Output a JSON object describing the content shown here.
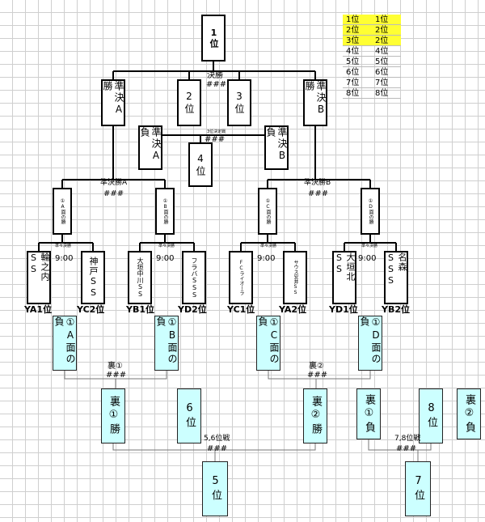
{
  "rankings": [
    {
      "left": "1位",
      "right": "1位",
      "highlight": true
    },
    {
      "left": "2位",
      "right": "2位",
      "highlight": true
    },
    {
      "left": "3位",
      "right": "2位",
      "highlight": true
    },
    {
      "left": "4位",
      "right": "4位",
      "highlight": false
    },
    {
      "left": "5位",
      "right": "5位",
      "highlight": false
    },
    {
      "left": "6位",
      "right": "6位",
      "highlight": false
    },
    {
      "left": "7位",
      "right": "7位",
      "highlight": false
    },
    {
      "left": "8位",
      "right": "8位",
      "highlight": false
    }
  ],
  "boxes": {
    "first": "1位",
    "second": "2位",
    "third": "3位",
    "fourth": "4位",
    "semi_a_win": "準決A勝",
    "semi_b_win": "準決B勝",
    "semi_a_lose": "準決A負",
    "semi_b_lose": "準決B負",
    "a_win": "①A面の勝",
    "b_win": "①B面の勝",
    "c_win": "①C面の勝",
    "d_win": "①D面の勝",
    "team_1": "輪之内SS",
    "team_2": "神戸SS",
    "team_3": "大垣中川SS",
    "team_4": "フラバSSS",
    "team_5": "FCライオーラ",
    "team_6": "サウス安井SS",
    "team_7": "大垣北SS",
    "team_8": "名森SSS",
    "a_lose": "①A面の負",
    "b_lose": "①B面の負",
    "c_lose": "①C面の負",
    "d_lose": "①D面の負",
    "ura1_win": "裏①勝",
    "sixth": "6位",
    "ura2_win": "裏②勝",
    "ura1_lose": "裏①負",
    "eighth": "8位",
    "ura2_lose": "裏②負",
    "fifth": "5位",
    "seventh": "7位"
  },
  "labels": {
    "final": "決勝",
    "final_score": "###",
    "third_place": "3位決定戦",
    "third_score": "###",
    "semi_a": "準決勝A",
    "semi_a_score": "###",
    "semi_b": "準決勝B",
    "semi_b_score": "###",
    "qf": "準々決勝",
    "time": "9:00",
    "seeds": [
      "YA1位",
      "YC2位",
      "YB1位",
      "YD2位",
      "YC1位",
      "YA2位",
      "YD1位",
      "YB2位"
    ],
    "ura1": "裏①",
    "ura1_score": "###",
    "ura2": "裏②",
    "ura2_score": "###",
    "m56": "5,6位戦",
    "m56_score": "###",
    "m78": "7,8位戦",
    "m78_score": "###"
  }
}
